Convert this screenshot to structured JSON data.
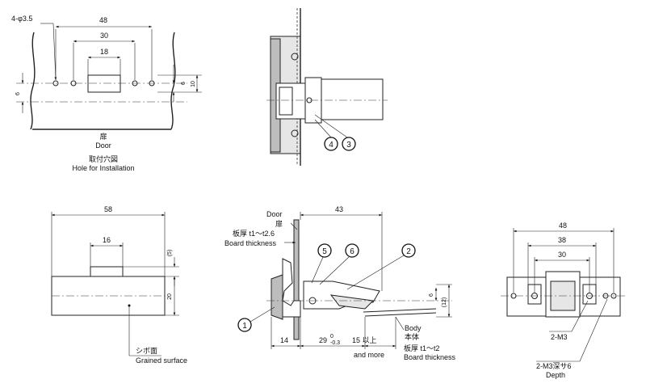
{
  "hole_view": {
    "hole_spec": "4-φ3.5",
    "dim_48": "48",
    "dim_30": "30",
    "dim_18": "18",
    "dim_6_right": "6",
    "dim_10": "10",
    "dim_6_left": "6",
    "door_jp": "扉",
    "door_en": "Door",
    "title_jp": "取付穴図",
    "title_en": "Hole for Installation"
  },
  "side_view": {
    "balloon_4": "4",
    "balloon_3": "3"
  },
  "front_view": {
    "dim_58": "58",
    "dim_16": "16",
    "dim_5": "(5)",
    "dim_20": "20",
    "surface_jp": "シボ面",
    "surface_en": "Grained surface"
  },
  "section_view": {
    "door_en": "Door",
    "door_jp": "扉",
    "dim_43": "43",
    "board_jp_top": "板厚 t1～t2.6",
    "board_en_top": "Board thickness",
    "balloon_5": "5",
    "balloon_6": "6",
    "balloon_2": "2",
    "balloon_1": "1",
    "dim_6": "6",
    "dim_12": "(12)",
    "dim_14": "14",
    "dim_29": "29",
    "tol_upper": "0",
    "tol_lower": "-0.3",
    "dim_15_jp": "15 以上",
    "dim_15_en": "and more",
    "body_en": "Body",
    "body_jp": "本体",
    "board_jp_bottom": "板厚 t1～t2",
    "board_en_bottom": "Board thickness"
  },
  "rear_view": {
    "dim_48": "48",
    "dim_38": "38",
    "dim_30": "30",
    "screw_label": "2-M3",
    "depth_jp": "2-M3深サ6",
    "depth_en": "Depth"
  }
}
